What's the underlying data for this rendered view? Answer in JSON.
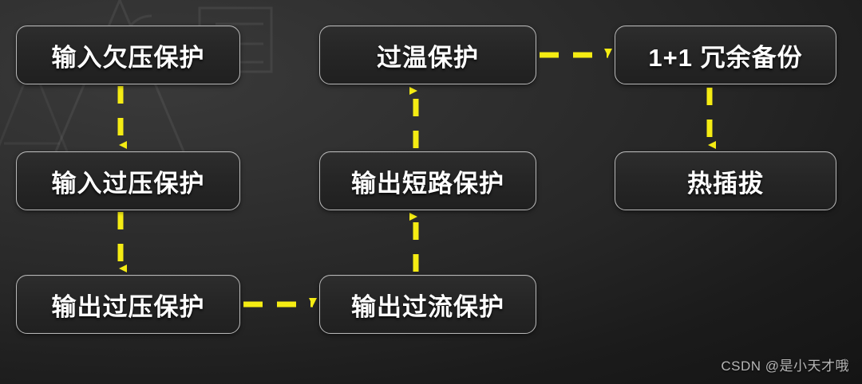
{
  "diagram": {
    "title_absent": true,
    "background_color": "#252525",
    "accent_color": "#f5ec13",
    "node_border_color": "#b9b9b9",
    "node_text_color": "#ffffff",
    "nodes": [
      {
        "id": "input-uv",
        "label": "输入欠压保护"
      },
      {
        "id": "input-ov",
        "label": "输入过压保护"
      },
      {
        "id": "output-ov",
        "label": "输出过压保护"
      },
      {
        "id": "ot",
        "label": "过温保护"
      },
      {
        "id": "short",
        "label": "输出短路保护"
      },
      {
        "id": "oc",
        "label": "输出过流保护"
      },
      {
        "id": "redundant",
        "label": "1+1 冗余备份"
      },
      {
        "id": "hotswap",
        "label": "热插拔"
      }
    ],
    "edges": [
      {
        "from": "input-uv",
        "to": "input-ov",
        "style": "dashed",
        "direction": "down"
      },
      {
        "from": "input-ov",
        "to": "output-ov",
        "style": "dashed",
        "direction": "down"
      },
      {
        "from": "output-ov",
        "to": "oc",
        "style": "dashed",
        "direction": "right"
      },
      {
        "from": "oc",
        "to": "short",
        "style": "dashed",
        "direction": "up"
      },
      {
        "from": "short",
        "to": "ot",
        "style": "dashed",
        "direction": "up"
      },
      {
        "from": "ot",
        "to": "redundant",
        "style": "dashed",
        "direction": "right"
      },
      {
        "from": "redundant",
        "to": "hotswap",
        "style": "dashed",
        "direction": "down"
      }
    ]
  },
  "watermark": {
    "text": "CSDN @是小天才哦"
  }
}
